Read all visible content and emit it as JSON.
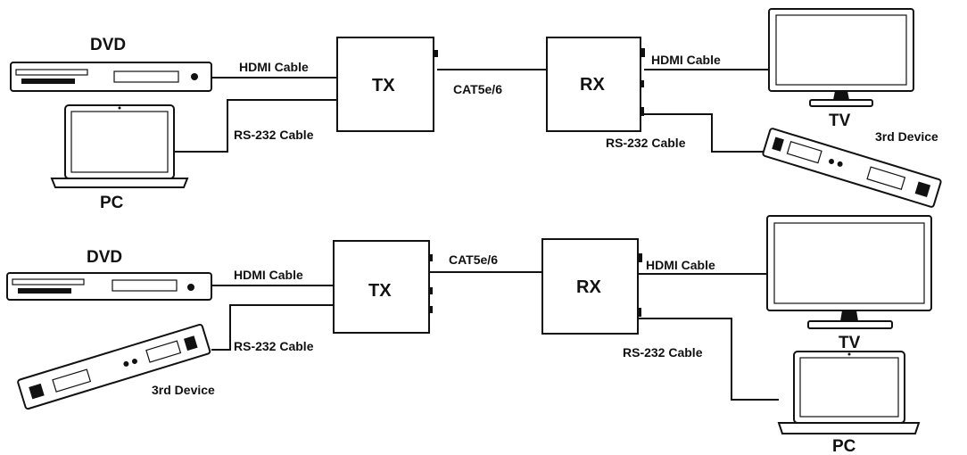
{
  "labels": {
    "dvd": "DVD",
    "pc": "PC",
    "tv": "TV",
    "tx": "TX",
    "rx": "RX",
    "hdmi_cable": "HDMI Cable",
    "rs232_cable": "RS-232 Cable",
    "cat": "CAT5e/6",
    "third_device": "3rd Device"
  }
}
